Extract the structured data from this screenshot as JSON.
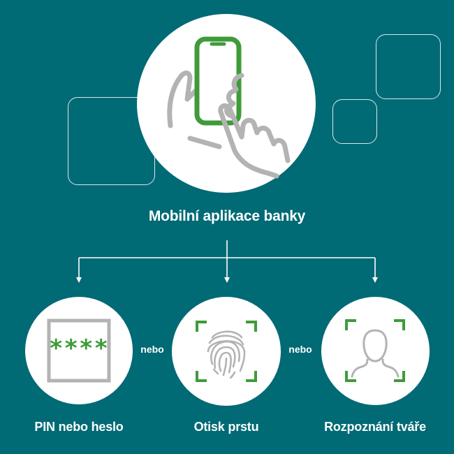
{
  "colors": {
    "background": "#006a75",
    "accent": "#3f9b3a",
    "line_art": "#b3b3b3",
    "circle": "#ffffff"
  },
  "main": {
    "title": "Mobilní aplikace banky",
    "icon": "smartphone-hand-icon"
  },
  "methods": [
    {
      "label": "PIN nebo heslo",
      "icon": "pin-code-icon",
      "code": "****"
    },
    {
      "label": "Otisk prstu",
      "icon": "fingerprint-icon"
    },
    {
      "label": "Rozpoznání tváře",
      "icon": "face-scan-icon"
    }
  ],
  "separators": [
    "nebo",
    "nebo"
  ]
}
